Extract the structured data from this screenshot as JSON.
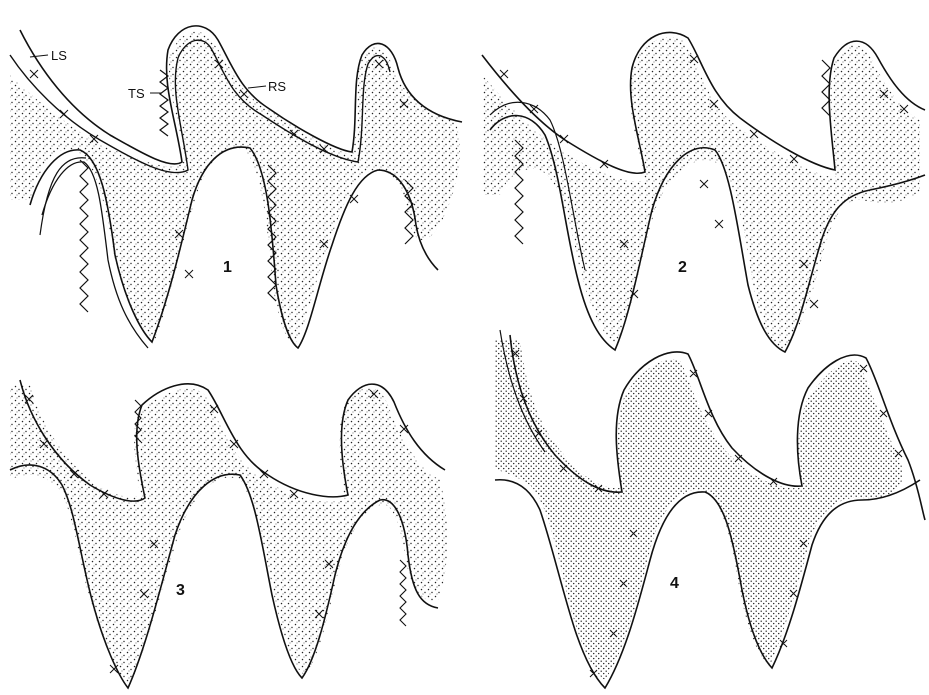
{
  "labels": {
    "ls": "LS",
    "ts": "TS",
    "rs": "RS"
  },
  "panels": [
    {
      "number": "1"
    },
    {
      "number": "2"
    },
    {
      "number": "3"
    },
    {
      "number": "4"
    }
  ],
  "colors": {
    "ink": "#111111",
    "paper": "#ffffff"
  }
}
